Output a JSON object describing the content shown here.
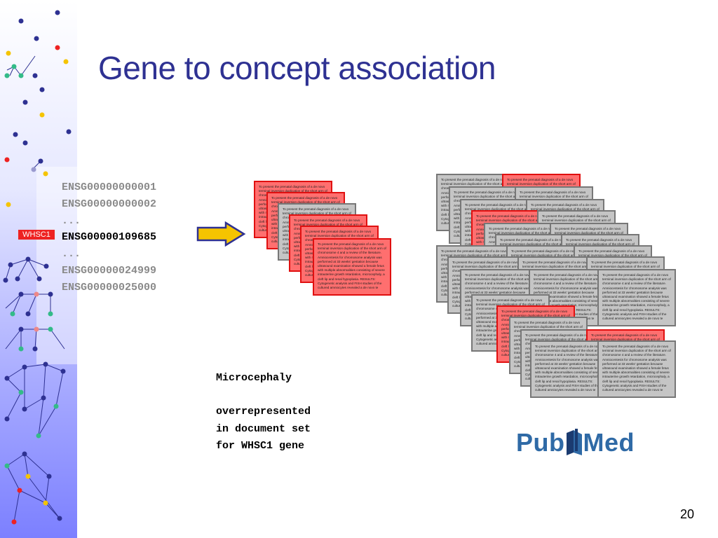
{
  "slide": {
    "title": "Gene to concept association",
    "page_number": "20"
  },
  "gene_list": {
    "items": [
      {
        "id": "ENSG00000000001",
        "active": false
      },
      {
        "id": "ENSG00000000002",
        "active": false
      },
      {
        "id": "...",
        "active": false
      },
      {
        "id": "ENSG00000109685",
        "active": true
      },
      {
        "id": "...",
        "active": false
      },
      {
        "id": "ENSG00000024999",
        "active": false
      },
      {
        "id": "ENSG00000025000",
        "active": false
      }
    ],
    "highlight_tag": "WHSC1"
  },
  "document_text": "To present the prenatal diagnosis of a de novo terminal inversion duplication of the short arm of chromosome 4 and a review of the literature. Amniocentesis for chromosome analysis was performed at 33 weeks' gestation because ultrasound examination showed a female fetus with multiple abnormalities consisting of severe intrauterine growth retardation, microcephaly, a cleft lip and renal hypoplasia. RESULTS: Cytogenetic analysis and FISH studies of the cultured amniocytes revealed a de novo te",
  "caption": {
    "lines": [
      "Microcephaly",
      "",
      "overrepresented",
      "in document set",
      "for WHSC1 gene"
    ]
  },
  "logo": {
    "text_left": "Pub",
    "text_right": "Med"
  },
  "colors": {
    "title": "#2e3192",
    "doc_red": "#ff6f6f",
    "doc_gray": "#c5c5c5",
    "arrow_fill": "#f5c400",
    "arrow_stroke": "#2e3192",
    "tag_red": "#ee2222"
  }
}
